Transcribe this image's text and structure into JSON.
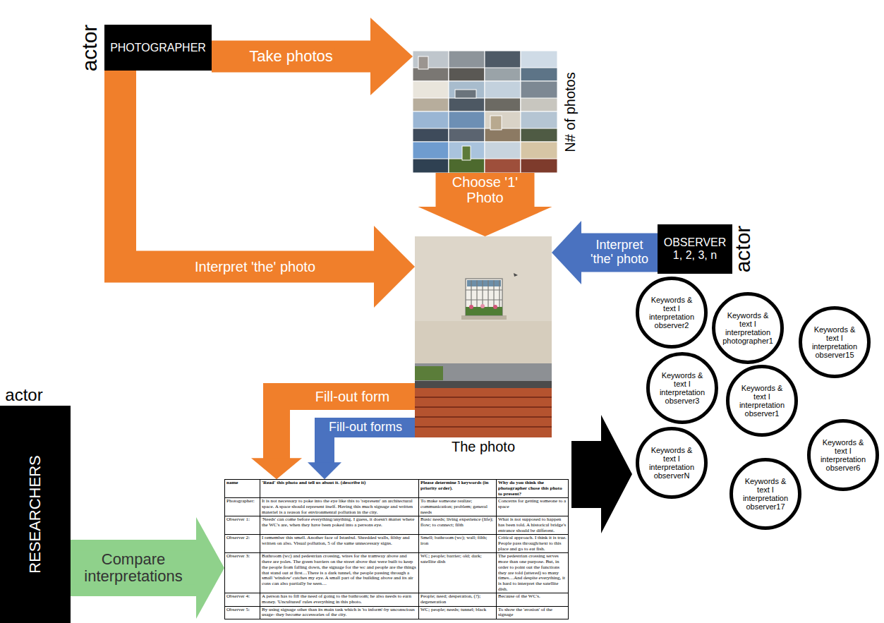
{
  "diagram": {
    "nodes": [
      {
        "text": [
          "actor",
          "PHOTOGRAPHER"
        ]
      },
      {
        "text": [
          "N# of photos"
        ]
      },
      {
        "text": [
          "The photo"
        ]
      },
      {
        "text": [
          "OBSERVER 1, 2, 3, n",
          "actor"
        ]
      },
      {
        "text": [
          "actor",
          "RESEARCHERS"
        ]
      },
      {
        "text": [
          "name",
          "'Read' this photo and tell us about it. (describe it)",
          "Please determine 5 keywords (in priority order).",
          "Why do you think the photographer chose this photo to present?",
          "Photographer:",
          "It is not necessary to poke into the eye like this to 'represent' an architectural space. A space should represent itself. Having this much signage and written materiel is a reason for environmental pollution in the city.",
          "To make someone realize; communication; problem; general needs",
          "Concerns for getting someone to a space",
          "Observer 1:",
          "'Needs' can come before everything/anything. I guess, it doesn't matter where the WC's are, when they have been poked into a persons eye.",
          "Basic needs; living experience (life); flow; to connect; filth",
          "What is not supposed to happen has been told. A historical bridge's entrance should be different.",
          "Observer 2:",
          "I remember this smell. Another face of Istanbul. Shredded walls, filthy and written on also. Visual pollution, 5 of the same unnecessary signs.",
          "Smell; bathroom (wc); wall; filth; iron",
          "Critical approach. I think it is true. People pass through/next to this place and go to eat fish.",
          "Observer 3:",
          "Bathroom (wc) and pedestrian crossing, wires for the tramway above and there are poles. The green barriers on the street above that were built to keep the people from falling down, the signage for the wc and people are the things that stand out at first…There is a dark tunnel, the people passing through a small 'window' catches my eye. A small part of the building above and its air cons can also partially be seen…",
          "WC; people; barrier; old; dark; satellite dish",
          "The pedestrian crossing serves more than one purpose. But, in order to point out the functions they are told (uttered) so many times…And despite everything, it is hard to interpret the satellite dish.",
          "Observer 4:",
          "A person has to fill the need of going to the bathroom; he also needs to earn money. 'Uncultured' rules everything in this photo.",
          "People; need; desperation, (?); degeneration",
          "Because of the WC's.",
          "Observer 5:",
          "By using signage other than its main task which is 'to inform'-by unconscious usage- they become accessories of the city.",
          "WC; people; needs; tunnel; black",
          "To show the 'erosion' of the signage"
        ]
      },
      {
        "text": [
          "Keywords & text I interpretation observer2"
        ]
      },
      {
        "text": [
          "Keywords & text I interpretation photographer1"
        ]
      },
      {
        "text": [
          "Keywords & text I interpretation observer15"
        ]
      },
      {
        "text": [
          "Keywords & text I interpretation observer3"
        ]
      },
      {
        "text": [
          "Keywords & text I interpretation observer1"
        ]
      },
      {
        "text": [
          "Keywords & text I interpretation observerN"
        ]
      },
      {
        "text": [
          "Keywords & text I interpretation observer6"
        ]
      },
      {
        "text": [
          "Keywords & text I interpretation observer17"
        ]
      }
    ],
    "edges": [
      {
        "from": 0,
        "to": 1,
        "label": "Take photos",
        "arrow": "to"
      },
      {
        "from": 1,
        "to": 2,
        "label": "Choose '1' Photo",
        "arrow": "to"
      },
      {
        "from": 0,
        "to": 2,
        "label": "Interpret 'the' photo",
        "arrow": "to"
      },
      {
        "from": 3,
        "to": 2,
        "label": "Interpret 'the' photo",
        "arrow": "to"
      },
      {
        "from": 2,
        "to": 5,
        "label": "Fill-out form",
        "arrow": "to"
      },
      {
        "from": 2,
        "to": 5,
        "label": "Fill-out forms",
        "arrow": "to"
      },
      {
        "from": 4,
        "to": 5,
        "label": "Compare interpretations",
        "arrow": "to"
      }
    ]
  }
}
